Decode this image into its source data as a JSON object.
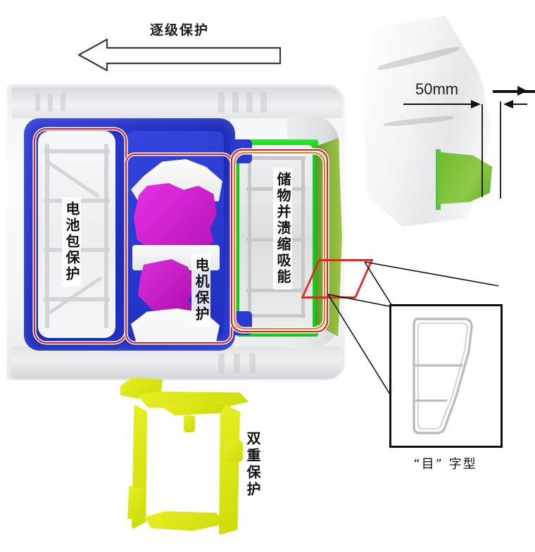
{
  "diagram": {
    "title_arrow_label": "逐级保护",
    "zones": [
      {
        "id": "battery",
        "label": "电池包保护",
        "color": "#2233CC",
        "outline": "#E11D1D"
      },
      {
        "id": "motor",
        "label": "电机保护",
        "color": "#CC22CC",
        "outline": "#E11D1D"
      },
      {
        "id": "crush",
        "label": "储物并溃缩吸能",
        "color": "#22DD22",
        "outline": "#E11D1D"
      },
      {
        "id": "subframe",
        "label": "双重保护",
        "color": "#D8E000",
        "outline": "#D8E000"
      }
    ],
    "bumper_view": {
      "dimension_label": "50mm",
      "bracket_color": "#6FBB2E",
      "fascia_color": "#F2F3F4"
    },
    "detail_inset": {
      "caption": "“目” 字型",
      "chambers": 3,
      "border_color": "#111111"
    },
    "palette": {
      "blue_frame": "#2233CC",
      "green_rail": "#22DD22",
      "magenta_motor": "#CC22CC",
      "yellow_subframe": "#D8E000",
      "red_outline": "#E11D1D",
      "body_grey": "#E9EAEC",
      "background": "#FFFFFF"
    }
  }
}
